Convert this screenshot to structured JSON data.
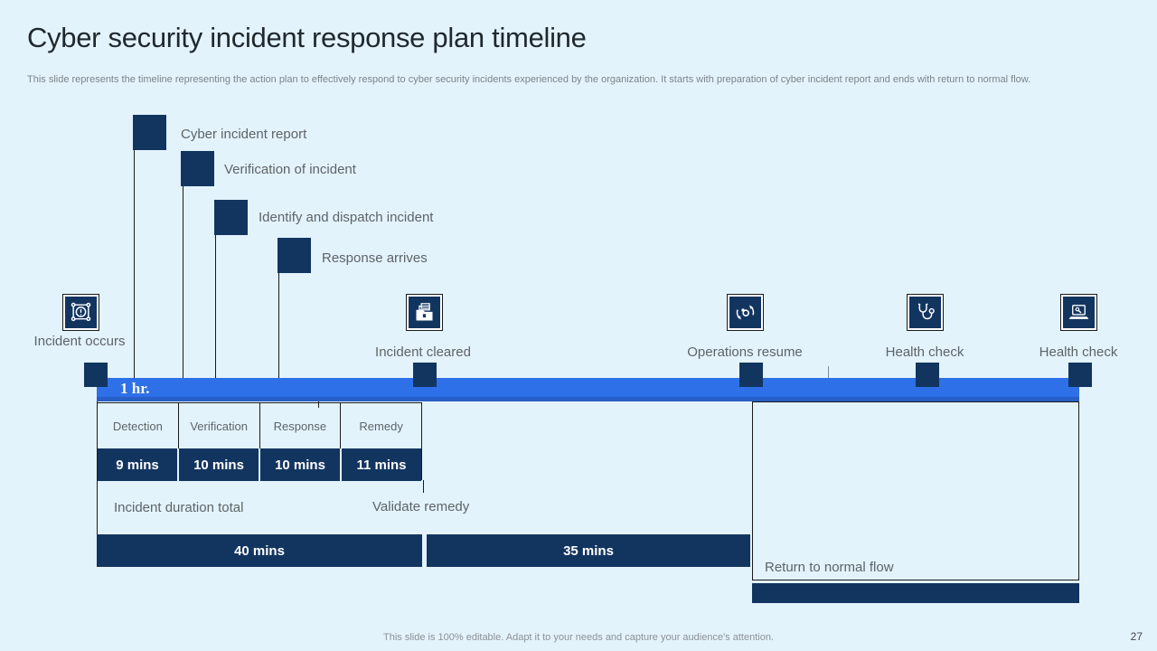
{
  "slide": {
    "title": "Cyber security incident response plan timeline",
    "subtitle": "This slide represents the timeline representing the action plan to effectively respond to cyber security incidents experienced by the organization. It starts with preparation of cyber incident report and ends with return to normal flow.",
    "footer": "This slide is 100% editable. Adapt it to your needs and capture your audience's attention.",
    "page_number": "27"
  },
  "timeline": {
    "bar_duration_label": "1 hr.",
    "flags": [
      {
        "label": "Cyber incident report"
      },
      {
        "label": "Verification of incident"
      },
      {
        "label": "Identify and dispatch incident"
      },
      {
        "label": "Response arrives"
      }
    ],
    "milestones": [
      {
        "label": "Incident occurs",
        "icon": "alert-network-icon"
      },
      {
        "label": "Incident cleared",
        "icon": "secure-folder-icon"
      },
      {
        "label": "Operations resume",
        "icon": "sync-gear-icon"
      },
      {
        "label": "Health check",
        "icon": "stethoscope-icon"
      },
      {
        "label": "Health check",
        "icon": "laptop-tools-icon"
      }
    ]
  },
  "phase_table": {
    "headers": [
      "Detection",
      "Verification",
      "Response",
      "Remedy"
    ],
    "values": [
      "9 mins",
      "10 mins",
      "10 mins",
      "11 mins"
    ]
  },
  "durations": {
    "incident_duration_label": "Incident duration total",
    "incident_duration_value": "40 mins",
    "validate_remedy_label": "Validate remedy",
    "validate_remedy_value": "35 mins",
    "return_label": "Return to normal flow"
  },
  "colors": {
    "background": "#E3F3FC",
    "navy": "#123560",
    "timeline_blue": "#2E70E8",
    "timeline_blue_shadow": "#285FC6",
    "label_gray": "#5D6467"
  }
}
